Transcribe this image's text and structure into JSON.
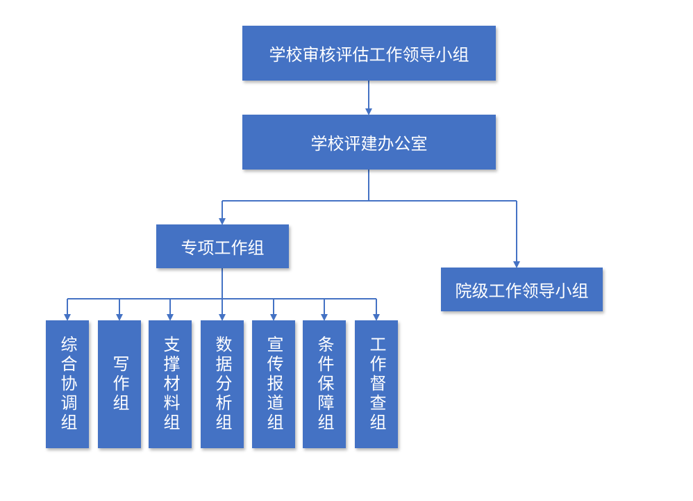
{
  "nodes": {
    "leadership": "学校审核评估工作领导小组",
    "office": "学校评建办公室",
    "special": "专项工作组",
    "college": "院级工作领导小组"
  },
  "subgroups": [
    "综合协调组",
    "写作组",
    "支撑材料组",
    "数据分析组",
    "宣传报道组",
    "条件保障组",
    "工作督查组"
  ],
  "colors": {
    "box_fill": "#4472c4",
    "line": "#4472c4",
    "text": "#ffffff"
  }
}
